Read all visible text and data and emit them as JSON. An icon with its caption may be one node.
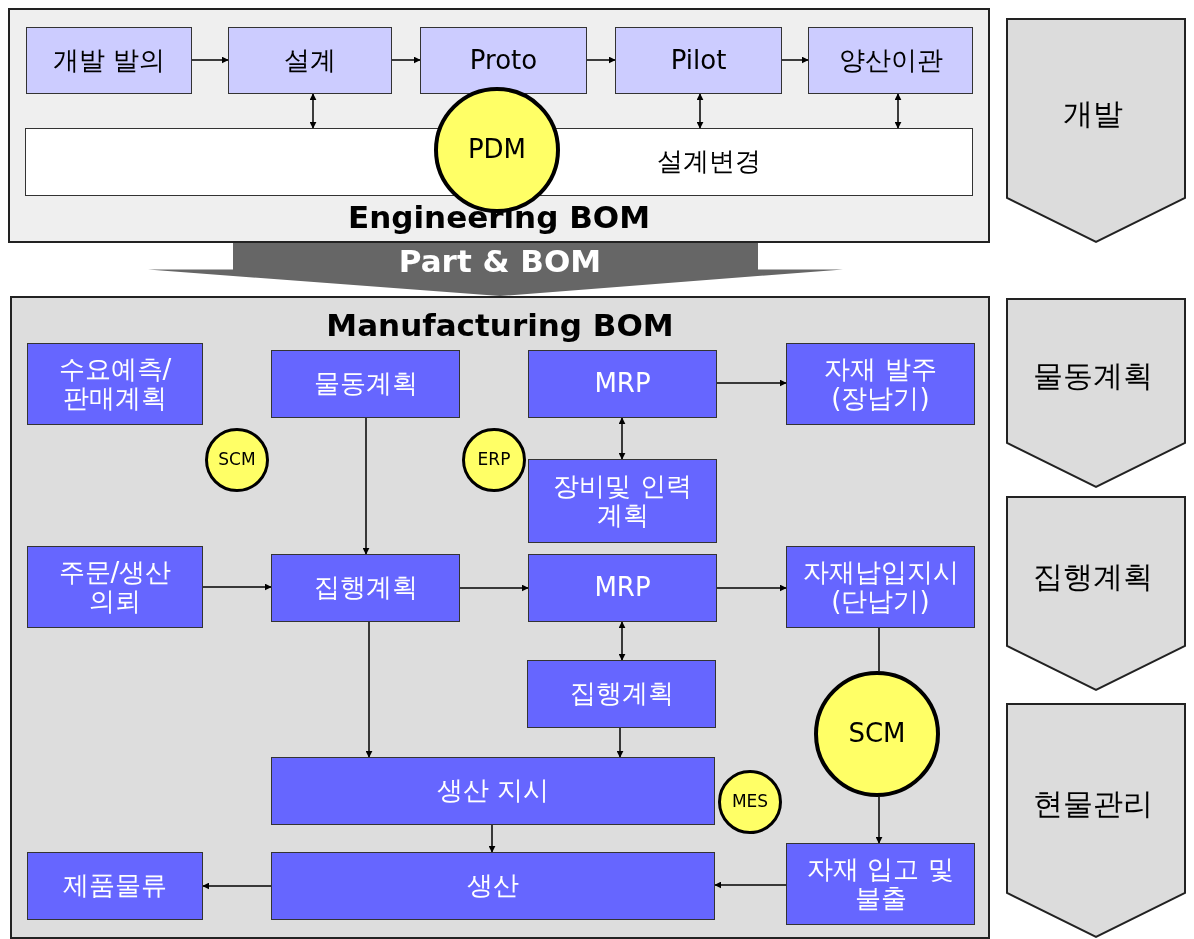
{
  "diagram": {
    "nodes": [
      {
        "text": [
          "Engineering BOM"
        ]
      },
      {
        "text": [
          "개발 발의"
        ],
        "in": 0
      },
      {
        "text": [
          "설계"
        ],
        "in": 0
      },
      {
        "text": [
          "Proto"
        ],
        "in": 0
      },
      {
        "text": [
          "Pilot"
        ],
        "in": 0
      },
      {
        "text": [
          "양산이관"
        ],
        "in": 0
      },
      {
        "text": [
          "설계변경"
        ],
        "in": 0
      },
      {
        "text": [
          "PDM"
        ],
        "in": 0
      },
      {
        "text": [
          "Manufacturing BOM"
        ]
      },
      {
        "text": [
          "수요예측/ 판매계획"
        ],
        "in": 8
      },
      {
        "text": [
          "물동계획"
        ],
        "in": 8
      },
      {
        "text": [
          "SCM"
        ],
        "in": 8
      },
      {
        "text": [
          "MRP"
        ],
        "in": 8
      },
      {
        "text": [
          "ERP"
        ],
        "in": 8
      },
      {
        "text": [
          "자재 발주 (장납기)"
        ],
        "in": 8
      },
      {
        "text": [
          "장비및 인력 계획"
        ],
        "in": 8
      },
      {
        "text": [
          "주문/생산 의뢰"
        ],
        "in": 8
      },
      {
        "text": [
          "집행계획"
        ],
        "in": 8
      },
      {
        "text": [
          "MRP"
        ],
        "in": 8
      },
      {
        "text": [
          "자재납입지시 (단납기)"
        ],
        "in": 8
      },
      {
        "text": [
          "집행계획"
        ],
        "in": 8
      },
      {
        "text": [
          "SCM"
        ],
        "in": 8
      },
      {
        "text": [
          "생산 지시"
        ],
        "in": 8
      },
      {
        "text": [
          "MES"
        ],
        "in": 8
      },
      {
        "text": [
          "제품물류"
        ],
        "in": 8
      },
      {
        "text": [
          "생산"
        ],
        "in": 8
      },
      {
        "text": [
          "자재 입고 및 불출"
        ],
        "in": 8
      },
      {
        "text": [
          "개발"
        ]
      },
      {
        "text": [
          "물동계획"
        ]
      },
      {
        "text": [
          "집행계획"
        ]
      },
      {
        "text": [
          "현물관리"
        ]
      }
    ],
    "edges": [
      {
        "from": 1,
        "to": 2,
        "arrow": "to"
      },
      {
        "from": 2,
        "to": 3,
        "arrow": "to"
      },
      {
        "from": 3,
        "to": 4,
        "arrow": "to"
      },
      {
        "from": 4,
        "to": 5,
        "arrow": "to"
      },
      {
        "from": 2,
        "to": 6,
        "arrow": "both"
      },
      {
        "from": 4,
        "to": 6,
        "arrow": "both"
      },
      {
        "from": 5,
        "to": 6,
        "arrow": "both"
      },
      {
        "from": 0,
        "to": 8,
        "arrow": "to",
        "label": "Part & BOM",
        "style": "thick",
        "color": "#666666"
      },
      {
        "from": 10,
        "to": 17,
        "arrow": "to"
      },
      {
        "from": 12,
        "to": 14,
        "arrow": "to"
      },
      {
        "from": 12,
        "to": 15,
        "arrow": "both"
      },
      {
        "from": 16,
        "to": 17,
        "arrow": "to"
      },
      {
        "from": 17,
        "to": 18,
        "arrow": "to"
      },
      {
        "from": 18,
        "to": 19,
        "arrow": "to"
      },
      {
        "from": 18,
        "to": 20,
        "arrow": "both"
      },
      {
        "from": 17,
        "to": 22,
        "arrow": "to"
      },
      {
        "from": 20,
        "to": 22,
        "arrow": "to"
      },
      {
        "from": 19,
        "to": 21,
        "arrow": "none"
      },
      {
        "from": 21,
        "to": 26,
        "arrow": "to"
      },
      {
        "from": 22,
        "to": 25,
        "arrow": "to"
      },
      {
        "from": 26,
        "to": 25,
        "arrow": "to"
      },
      {
        "from": 25,
        "to": 24,
        "arrow": "to"
      }
    ]
  }
}
